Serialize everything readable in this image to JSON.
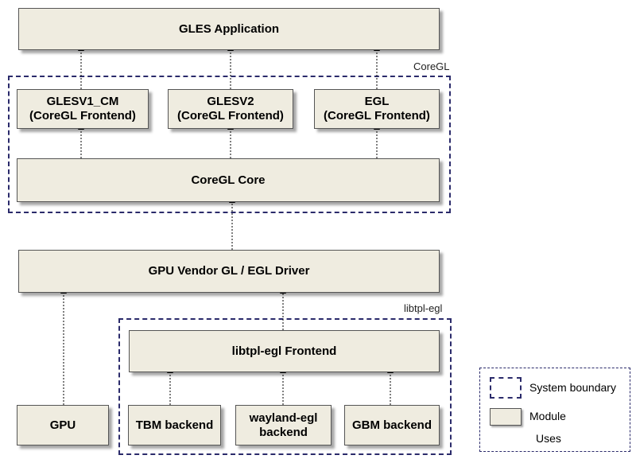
{
  "modules": {
    "gles_app": "GLES Application",
    "glesv1": "GLESV1_CM\n(CoreGL Frontend)",
    "glesv2": "GLESV2\n(CoreGL Frontend)",
    "egl": "EGL\n(CoreGL Frontend)",
    "coregl_core": "CoreGL Core",
    "gpu_vendor": "GPU Vendor GL / EGL Driver",
    "libtpl_frontend": "libtpl-egl Frontend",
    "gpu": "GPU",
    "tbm": "TBM backend",
    "wayland": "wayland-egl\nbackend",
    "gbm": "GBM backend"
  },
  "boundaries": {
    "coregl": "CoreGL",
    "libtpl": "libtpl-egl"
  },
  "legend": {
    "system_boundary": "System boundary",
    "module": "Module",
    "uses": "Uses"
  }
}
